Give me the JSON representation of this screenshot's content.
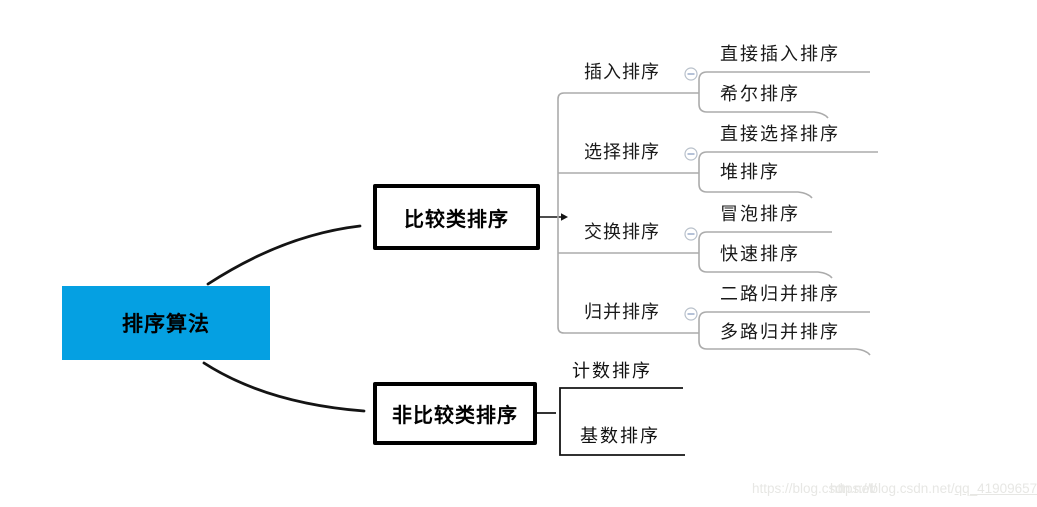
{
  "root": {
    "label": "排序算法"
  },
  "branches": [
    {
      "label": "比较类排序",
      "children": [
        {
          "label": "插入排序",
          "children": [
            {
              "label": "直接插入排序"
            },
            {
              "label": "希尔排序"
            }
          ]
        },
        {
          "label": "选择排序",
          "children": [
            {
              "label": "直接选择排序"
            },
            {
              "label": "堆排序"
            }
          ]
        },
        {
          "label": "交换排序",
          "children": [
            {
              "label": "冒泡排序"
            },
            {
              "label": "快速排序"
            }
          ]
        },
        {
          "label": "归并排序",
          "children": [
            {
              "label": "二路归并排序"
            },
            {
              "label": "多路归并排序"
            }
          ]
        }
      ]
    },
    {
      "label": "非比较类排序",
      "children": [
        {
          "label": "计数排序"
        },
        {
          "label": "基数排序"
        }
      ]
    }
  ],
  "icons": {
    "collapse": "minus-circle-icon"
  },
  "colors": {
    "root_fill": "#05a0e2",
    "branch_border": "#000000",
    "line_gray": "#ababab",
    "line_black": "#141414",
    "text": "#1a1a1a",
    "watermark": "#e7e7e4"
  },
  "watermark": {
    "layer1": "https://blog.csdn.net/",
    "layer2_plain": "https://blog.csdn.net/",
    "layer2_underlined": "qq_41909657"
  }
}
